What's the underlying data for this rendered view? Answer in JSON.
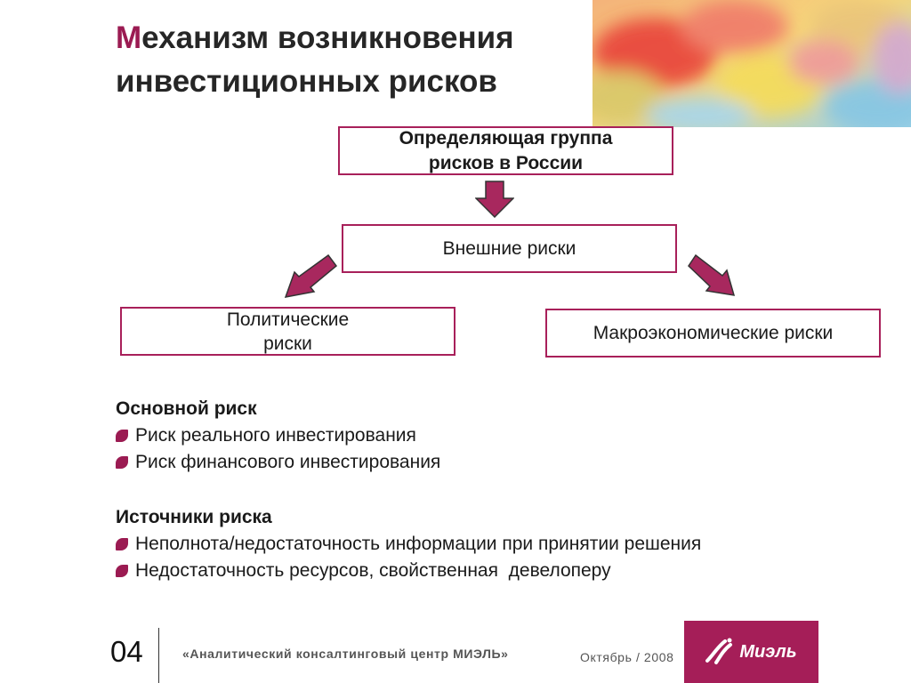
{
  "title": {
    "first_letter": "М",
    "line1_rest": "еханизм возникновения",
    "line2": "инвестиционных рисков"
  },
  "diagram": {
    "top_box_line1": "Определяющая группа",
    "top_box_line2": "рисков в России",
    "middle_box": "Внешние риски",
    "left_box_line1": "Политические",
    "left_box_line2": "риски",
    "right_box": "Макроэкономические риски"
  },
  "main_risk": {
    "heading": "Основной риск",
    "items": [
      "Риск реального инвестирования",
      "Риск финансового инвестирования"
    ]
  },
  "risk_sources": {
    "heading": "Источники риска",
    "items": [
      "Неполнота/недостаточность информации при принятии решения",
      "Недостаточность ресурсов, свойственная  девелоперу"
    ]
  },
  "footer": {
    "page_number": "04",
    "organization": "«Аналитический консалтинговый центр МИЭЛЬ»",
    "date": "Октябрь / 2008",
    "logo_text": "Миэль"
  },
  "colors": {
    "accent": "#9b1b52",
    "logo_bg": "#a51e58",
    "arrow_fill": "#a8285e"
  }
}
